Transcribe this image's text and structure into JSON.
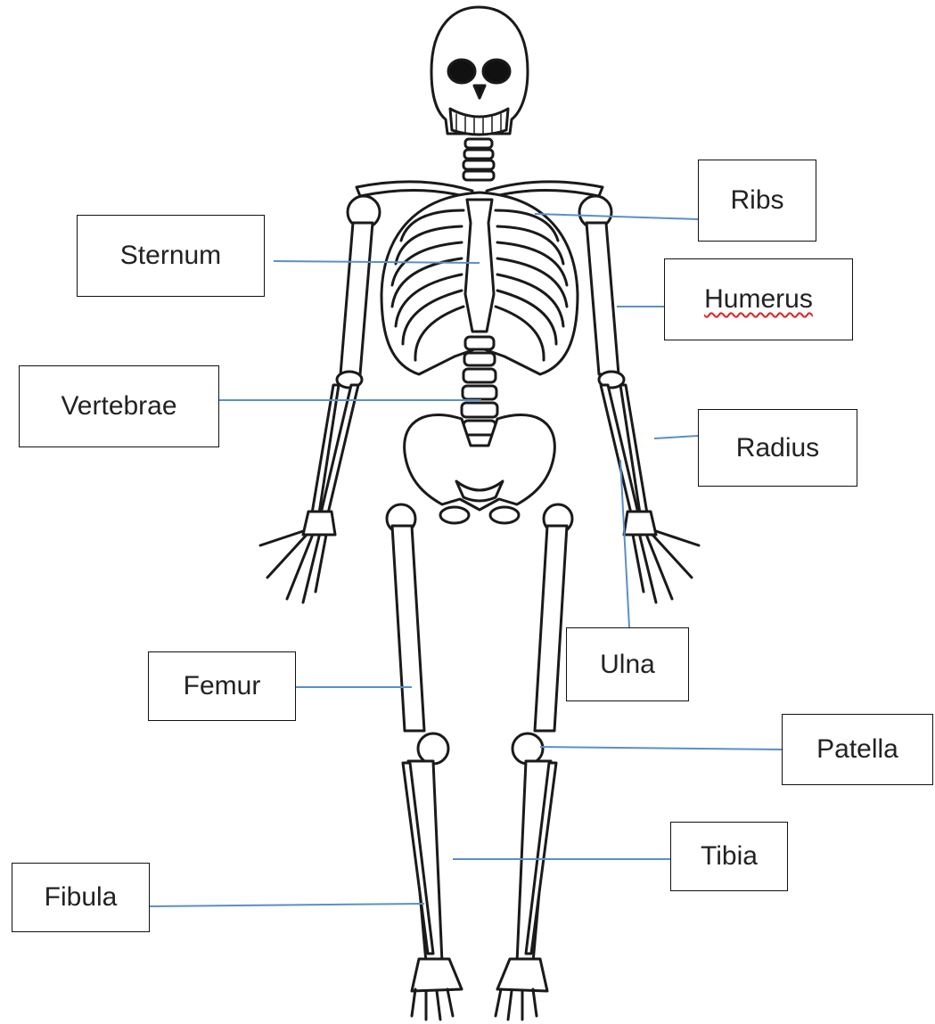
{
  "diagram": {
    "labels": {
      "ribs": "Ribs",
      "sternum": "Sternum",
      "humerus": "Humerus",
      "vertebrae": "Vertebrae",
      "radius": "Radius",
      "ulna": "Ulna",
      "femur": "Femur",
      "patella": "Patella",
      "tibia": "Tibia",
      "fibula": "Fibula"
    },
    "colors": {
      "leader_line": "#5b8fc7",
      "bone_stroke": "#1a1a1a",
      "box_border": "#111111",
      "spellcheck_underline": "#d22222"
    }
  }
}
